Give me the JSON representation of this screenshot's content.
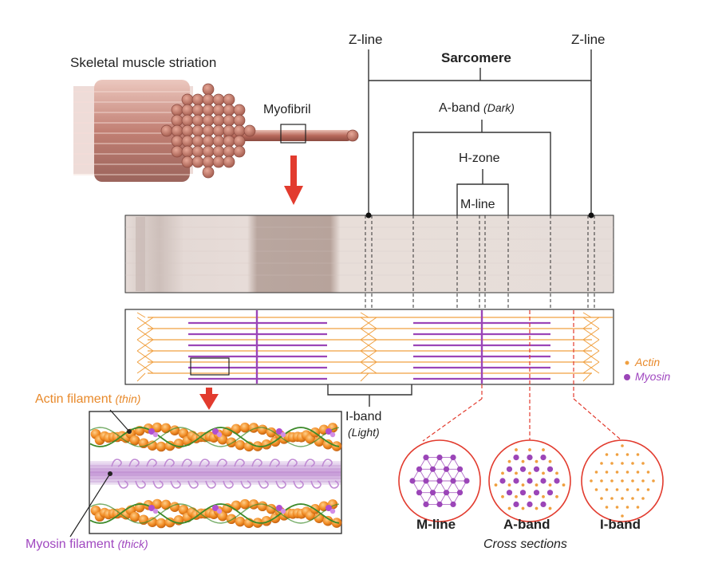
{
  "colors": {
    "actin": "#f0a040",
    "myosin": "#9b45b8",
    "muscle": "#b8675a",
    "band": "#e8ddd9",
    "red": "#e23b2e",
    "line": "#333333"
  },
  "labels": {
    "skeletal_muscle": "Skeletal muscle striation",
    "myofibril": "Myofibril",
    "z_line_left": "Z-line",
    "z_line_right": "Z-line",
    "sarcomere": "Sarcomere",
    "a_band": "A-band",
    "a_band_note": "(Dark)",
    "h_zone": "H-zone",
    "m_line": "M-line",
    "i_band": "I-band",
    "i_band_note": "(Light)",
    "legend_actin": "Actin",
    "legend_myosin": "Myosin",
    "actin_filament": "Actin filament",
    "actin_filament_note": "(thin)",
    "myosin_filament": "Myosin filament",
    "myosin_filament_note": "(thick)",
    "cs_m_line": "M-line",
    "cs_a_band": "A-band",
    "cs_i_band": "I-band",
    "cross_sections": "Cross sections"
  },
  "icons": {
    "legend_actin_marker": "dot",
    "legend_myosin_marker": "dot"
  }
}
